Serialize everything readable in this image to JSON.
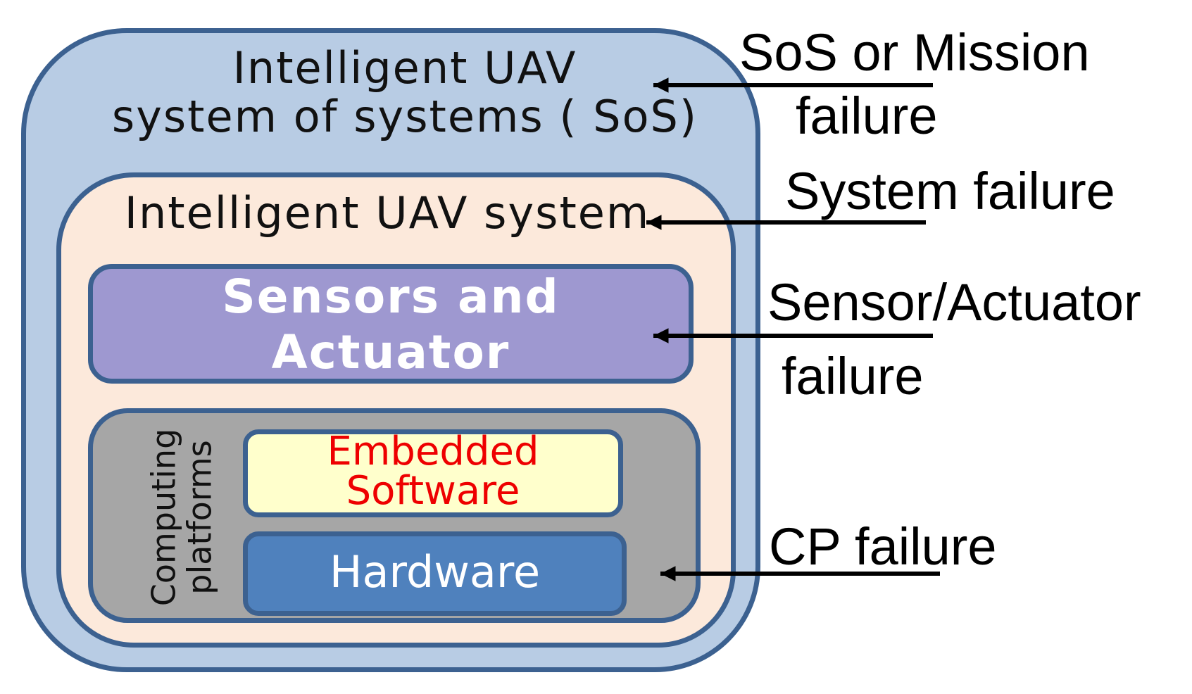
{
  "diagram": {
    "sos": {
      "title_line1": "Intelligent UAV",
      "title_line2": "system of systems ( SoS)"
    },
    "system": {
      "title": "Intelligent UAV system"
    },
    "sensors": {
      "line1": "Sensors and",
      "line2": "Actuator"
    },
    "computing_platforms": {
      "label_line1": "Computing",
      "label_line2": "platforms",
      "embedded_software": {
        "line1": "Embedded",
        "line2": "Software"
      },
      "hardware": "Hardware"
    },
    "failures": {
      "sos_line1": "SoS or Mission",
      "sos_line2": "failure",
      "system": "System failure",
      "sensor_line1": "Sensor/Actuator",
      "sensor_line2": "failure",
      "cp": "CP failure"
    }
  },
  "colors": {
    "sos_fill": "#b8cce4",
    "system_fill": "#fce9db",
    "sensors_fill": "#9e98d0",
    "cp_fill": "#a6a6a6",
    "software_fill": "#ffffcc",
    "hardware_fill": "#4f81bd",
    "border": "#3c6190",
    "software_text": "#ee0000"
  }
}
